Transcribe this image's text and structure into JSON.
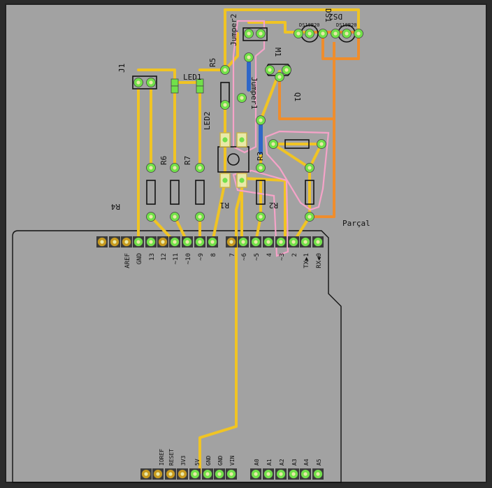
{
  "colors": {
    "board": "#a2a2a2",
    "frame": "#2b2b2b",
    "trace_yellow": "#f0c424",
    "trace_orange": "#ef8d2c",
    "via_blue": "#2f67c8",
    "pad_green": "#71e04a",
    "pad_copper": "#c79a1f",
    "pad_hole": "#e9e9a8",
    "silk": "#111111",
    "highlight_pink": "#f5a3c8",
    "ground_highlight": "#ffffff"
  },
  "component_labels": {
    "j1": "J1",
    "led1": "LED1",
    "led2": "LED2",
    "r5": "R5",
    "r6": "R6",
    "r7": "R7",
    "r4": "R4",
    "r1": "R1",
    "r2": "R2",
    "r3": "R3",
    "jumper2": "Jumper2",
    "jumper1": "Jumper1",
    "m1": "M1",
    "q1": "Q1",
    "ds2": "DS2",
    "ds1": "DS1",
    "ds2_value": "DS18B20",
    "ds1_value": "DS18B20",
    "part_name": "Parçal"
  },
  "arduino_header_top": [
    "AREF",
    "GND",
    "13",
    "12",
    "~11",
    "~10",
    "~9",
    "8",
    "7",
    "~6",
    "~5",
    "4",
    "~3",
    "2",
    "TX▶1",
    "RX◀0"
  ],
  "arduino_header_bottom_power": [
    "IOREF",
    "RESET",
    "3V3",
    "5V",
    "GND",
    "GND",
    "VIN"
  ],
  "arduino_header_bottom_analog": [
    "A0",
    "A1",
    "A2",
    "A3",
    "A4",
    "A5"
  ]
}
